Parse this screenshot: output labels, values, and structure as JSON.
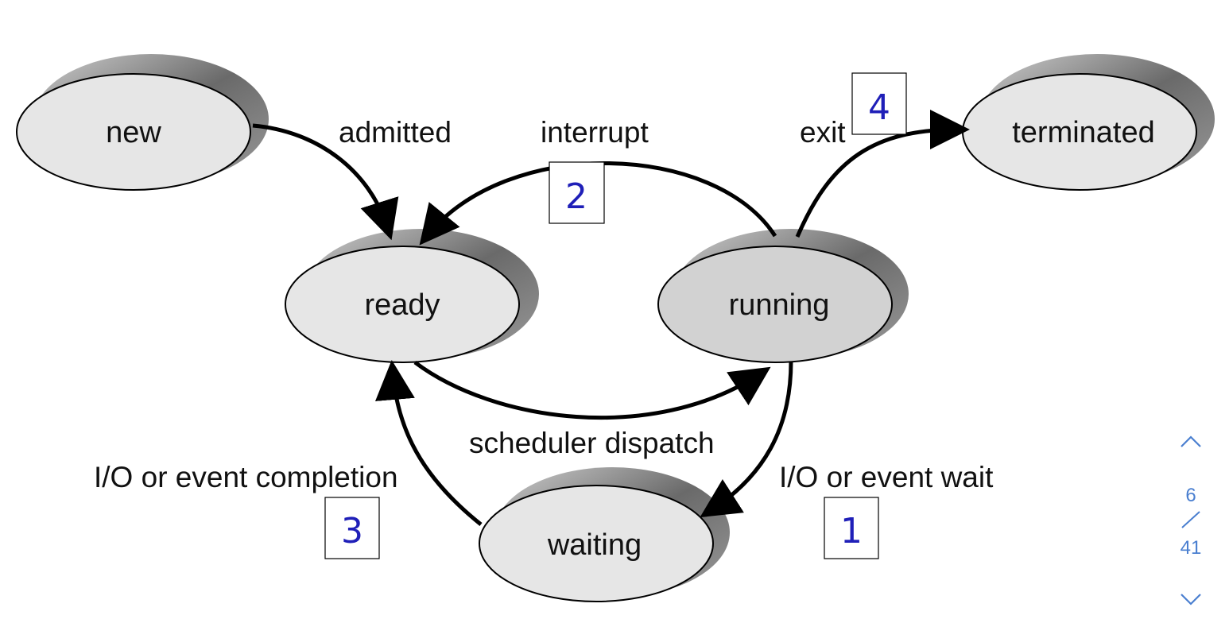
{
  "states": {
    "new": "new",
    "ready": "ready",
    "running": "running",
    "waiting": "waiting",
    "terminated": "terminated"
  },
  "transitions": {
    "admitted": "admitted",
    "interrupt": "interrupt",
    "exit": "exit",
    "scheduler_dispatch": "scheduler dispatch",
    "io_event_completion": "I/O or event completion",
    "io_event_wait": "I/O or event wait"
  },
  "markers": {
    "m1": "1",
    "m2": "2",
    "m3": "3",
    "m4": "4"
  },
  "colors": {
    "marker_text": "#1f1fb8",
    "state_fill": "#e6e6e6",
    "running_fill": "#d2d2d2",
    "pager": "#4a7fd0"
  },
  "pager": {
    "current": "6",
    "separator": "/",
    "total": "41",
    "up_icon": "chevron-up-icon",
    "down_icon": "chevron-down-icon"
  }
}
